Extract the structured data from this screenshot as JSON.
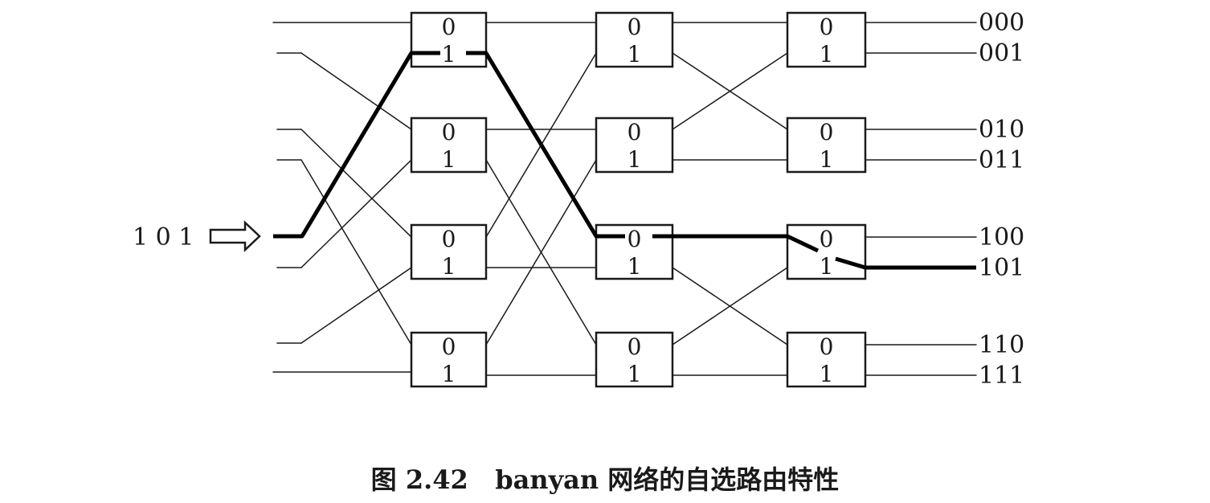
{
  "diagram": {
    "input_address": "1 0 1",
    "stages": [
      {
        "switches": [
          {
            "upper_port": "0",
            "lower_port": "1"
          },
          {
            "upper_port": "0",
            "lower_port": "1"
          },
          {
            "upper_port": "0",
            "lower_port": "1"
          },
          {
            "upper_port": "0",
            "lower_port": "1"
          }
        ]
      },
      {
        "switches": [
          {
            "upper_port": "0",
            "lower_port": "1"
          },
          {
            "upper_port": "0",
            "lower_port": "1"
          },
          {
            "upper_port": "0",
            "lower_port": "1"
          },
          {
            "upper_port": "0",
            "lower_port": "1"
          }
        ]
      },
      {
        "switches": [
          {
            "upper_port": "0",
            "lower_port": "1"
          },
          {
            "upper_port": "0",
            "lower_port": "1"
          },
          {
            "upper_port": "0",
            "lower_port": "1"
          },
          {
            "upper_port": "0",
            "lower_port": "1"
          }
        ]
      }
    ],
    "outputs": [
      "000",
      "001",
      "010",
      "011",
      "100",
      "101",
      "110",
      "111"
    ],
    "routed_output": "101"
  },
  "caption": {
    "figure_number": "图 2.42",
    "text": "banyan 网络的自选路由特性"
  }
}
